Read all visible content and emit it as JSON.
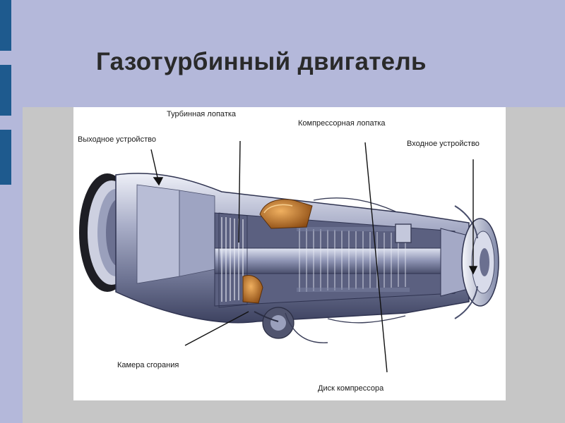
{
  "slide": {
    "title": "Газотурбинный двигатель"
  },
  "diagram": {
    "labels": {
      "turbine_blade": "Турбинная лопатка",
      "compressor_blade": "Компрессорная лопатка",
      "exhaust": "Выходное устройство",
      "inlet": "Входное устройство",
      "combustion_chamber": "Камера сгорания",
      "compressor_disk": "Диск компрессора"
    }
  },
  "colors": {
    "background": "#b4b8da",
    "accent": "#1e5a8e",
    "panel": "#c6c6c6",
    "card": "#ffffff",
    "combustor": "#c06a1e"
  }
}
